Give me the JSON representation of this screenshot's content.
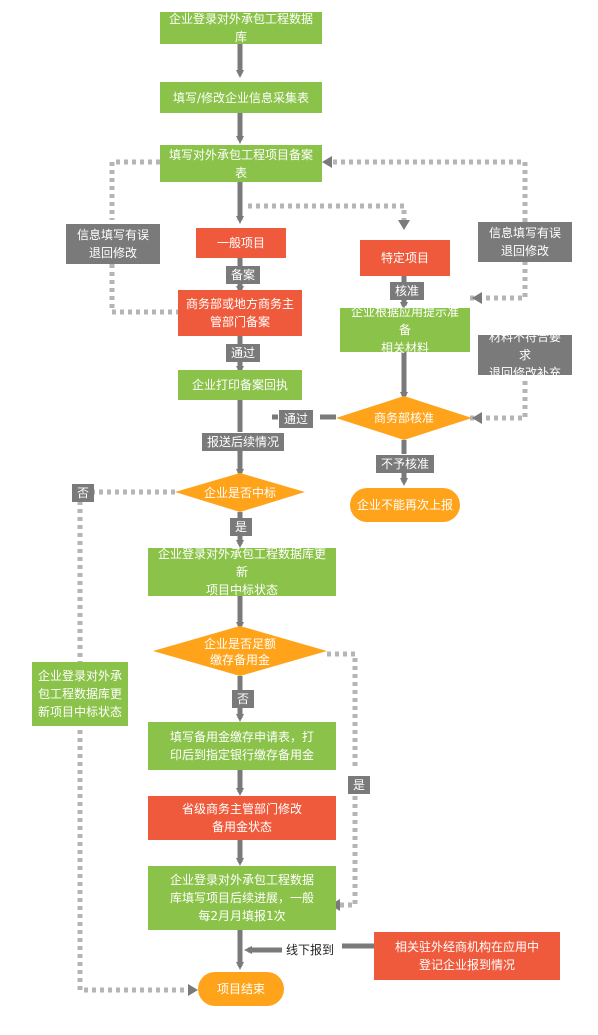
{
  "colors": {
    "green": "#8bc34a",
    "red": "#f05a3c",
    "grey": "#7a7a7a",
    "orange": "#ffa31a",
    "arrow": "#7a7a7a",
    "dotted": "#b5b5b5"
  },
  "nodes": {
    "login_db": "企业登录对外承包工程数据库",
    "fill_info": "填写/修改企业信息采集表",
    "fill_project": "填写对外承包工程项目备案表",
    "general_project": "一般项目",
    "special_project": "特定项目",
    "info_error_left": "信息填写有误\n退回修改",
    "info_error_right": "信息填写有误\n退回修改",
    "mofcom_record": "商务部或地方商务主\n管部门备案",
    "prepare_materials": "企业根据应用提示准备\n相关材料",
    "materials_not_ok": "材料不符合要求\n退回修改补充",
    "print_receipt": "企业打印备案回执",
    "mofcom_approve": "商务部核准",
    "cannot_resubmit": "企业不能再次上报",
    "won_bid": "企业是否中标",
    "update_bid_status": "企业登录对外承包工程数据库更新\n项目中标状态",
    "deposit_enough": "企业是否足额\n缴存备用金",
    "update_left": "企业登录对外承\n包工程数据库更\n新项目中标状态",
    "fill_deposit": "填写备用金缴存申请表，打\n印后到指定银行缴存备用金",
    "provincial_modify": "省级商务主管部门修改\n备用金状态",
    "login_progress": "企业登录对外承包工程数据\n库填写项目后续进展，一般\n每2月月填报1次",
    "embassy_register": "相关驻外经商机构在应用中\n登记企业报到情况",
    "project_end": "项目结束"
  },
  "labels": {
    "record": "备案",
    "approve": "核准",
    "pass1": "通过",
    "pass2": "通过",
    "report_followup": "报送后续情况",
    "not_approved": "不予核准",
    "no1": "否",
    "yes1": "是",
    "no2": "否",
    "yes2": "是",
    "offline_report": "线下报到"
  }
}
